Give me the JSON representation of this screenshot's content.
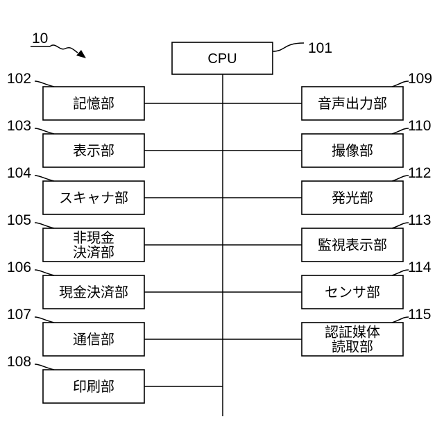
{
  "diagram": {
    "system_ref": "10",
    "cpu": {
      "label": "CPU",
      "ref": "101"
    },
    "left_units": [
      {
        "ref": "102",
        "lines": [
          "記憶部"
        ]
      },
      {
        "ref": "103",
        "lines": [
          "表示部"
        ]
      },
      {
        "ref": "104",
        "lines": [
          "スキャナ部"
        ]
      },
      {
        "ref": "105",
        "lines": [
          "非現金",
          "決済部"
        ]
      },
      {
        "ref": "106",
        "lines": [
          "現金決済部"
        ]
      },
      {
        "ref": "107",
        "lines": [
          "通信部"
        ]
      },
      {
        "ref": "108",
        "lines": [
          "印刷部"
        ]
      }
    ],
    "right_units": [
      {
        "ref": "109",
        "lines": [
          "音声出力部"
        ]
      },
      {
        "ref": "110",
        "lines": [
          "撮像部"
        ]
      },
      {
        "ref": "112",
        "lines": [
          "発光部"
        ]
      },
      {
        "ref": "113",
        "lines": [
          "監視表示部"
        ]
      },
      {
        "ref": "114",
        "lines": [
          "センサ部"
        ]
      },
      {
        "ref": "115",
        "lines": [
          "認証媒体",
          "読取部"
        ]
      }
    ]
  }
}
